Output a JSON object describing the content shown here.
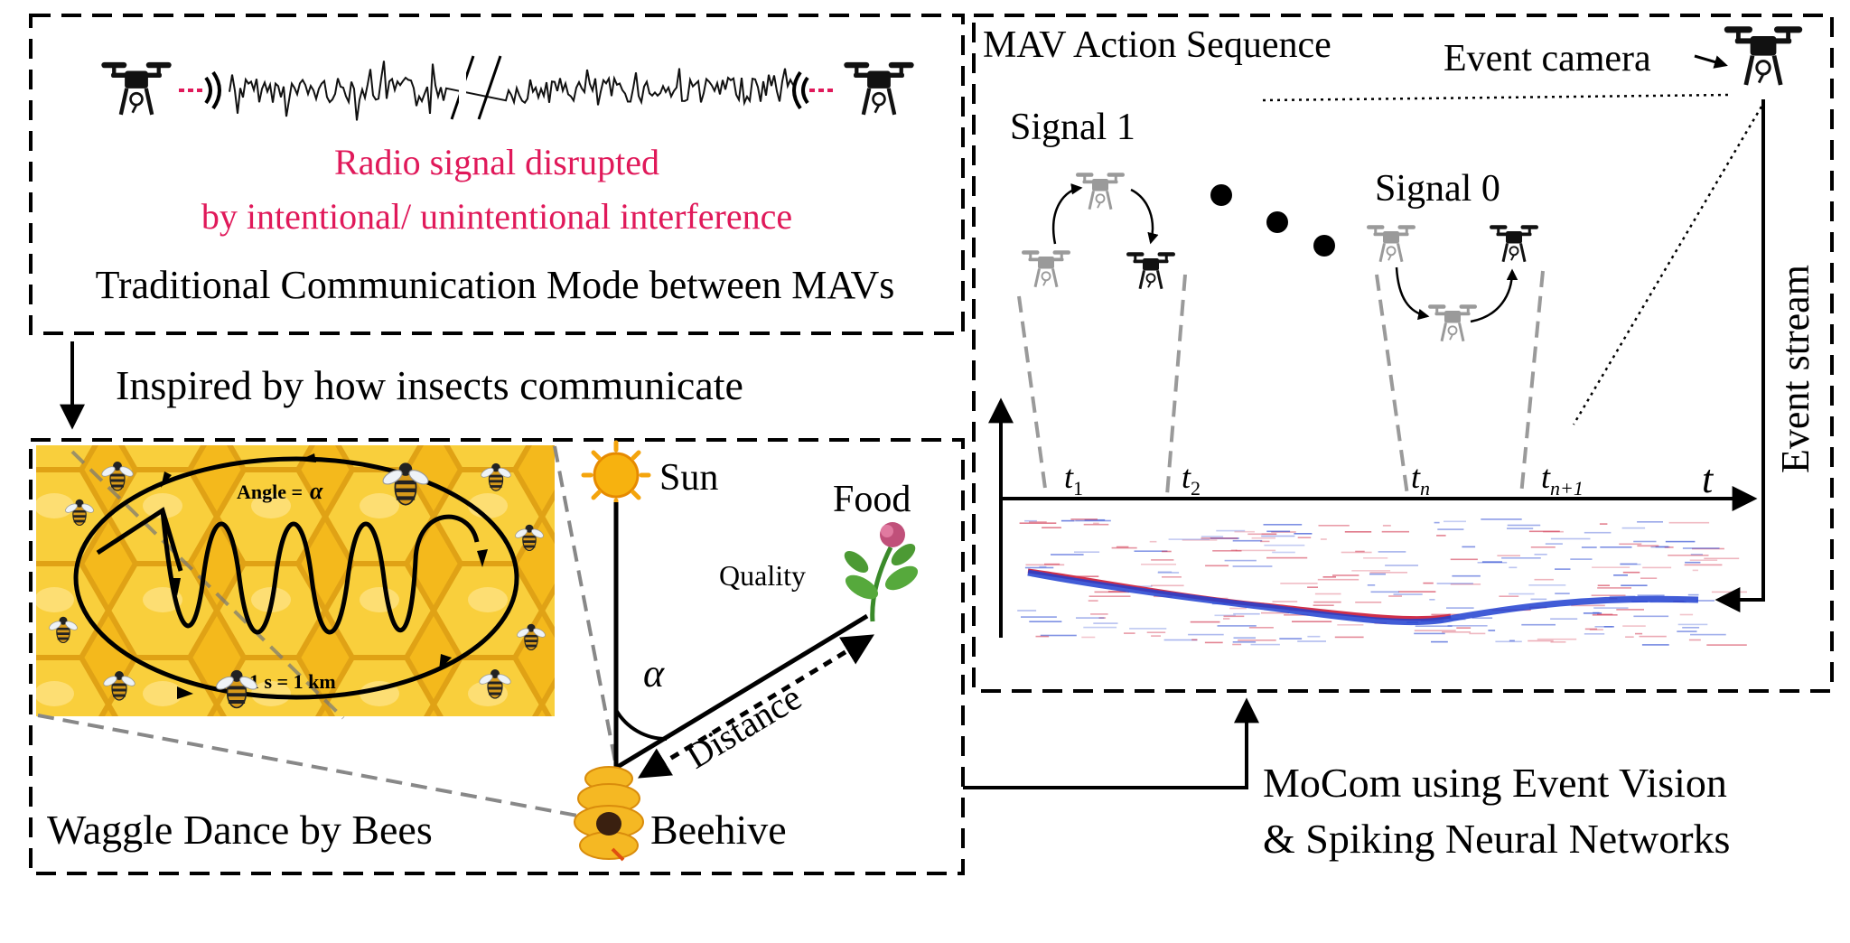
{
  "colors": {
    "signal_red": "#e0195a",
    "drone_dark": "#111111",
    "drone_light": "#9a9a9a",
    "honey": "#f6c226",
    "event_red": "#d0304a",
    "event_blue": "#2040d0"
  },
  "icons": [
    "drone-icon",
    "radio-wave-icon",
    "sun-icon",
    "flower-icon",
    "beehive-icon",
    "bee-icon",
    "event-camera-icon"
  ],
  "traditional": {
    "caption_line1": "Radio signal disrupted",
    "caption_line2": "by intentional/ unintentional interference",
    "title": "Traditional Communication Mode between MAVs"
  },
  "inspired_text": "Inspired by how insects communicate",
  "waggle": {
    "angle_label": "Angle =",
    "angle_symbol": "α",
    "scale_label": "1 s = 1 km",
    "sun_label": "Sun",
    "food_label": "Food",
    "quality_label": "Quality",
    "alpha_label": "α",
    "distance_label": "Distance",
    "beehive_label": "Beehive",
    "title": "Waggle Dance by Bees"
  },
  "mav": {
    "title": "MAV Action Sequence",
    "event_camera_label": "Event camera",
    "signal1_label": "Signal 1",
    "signal0_label": "Signal 0",
    "event_stream_label": "Event stream",
    "time_label": "t",
    "ticks": [
      {
        "base": "t",
        "sub": "1"
      },
      {
        "base": "t",
        "sub": "2"
      },
      {
        "base": "t",
        "sub": "n"
      },
      {
        "base": "t",
        "sub": "n+1"
      }
    ]
  },
  "mocom": {
    "line1": "MoCom using Event Vision",
    "line2": "& Spiking Neural Networks"
  }
}
